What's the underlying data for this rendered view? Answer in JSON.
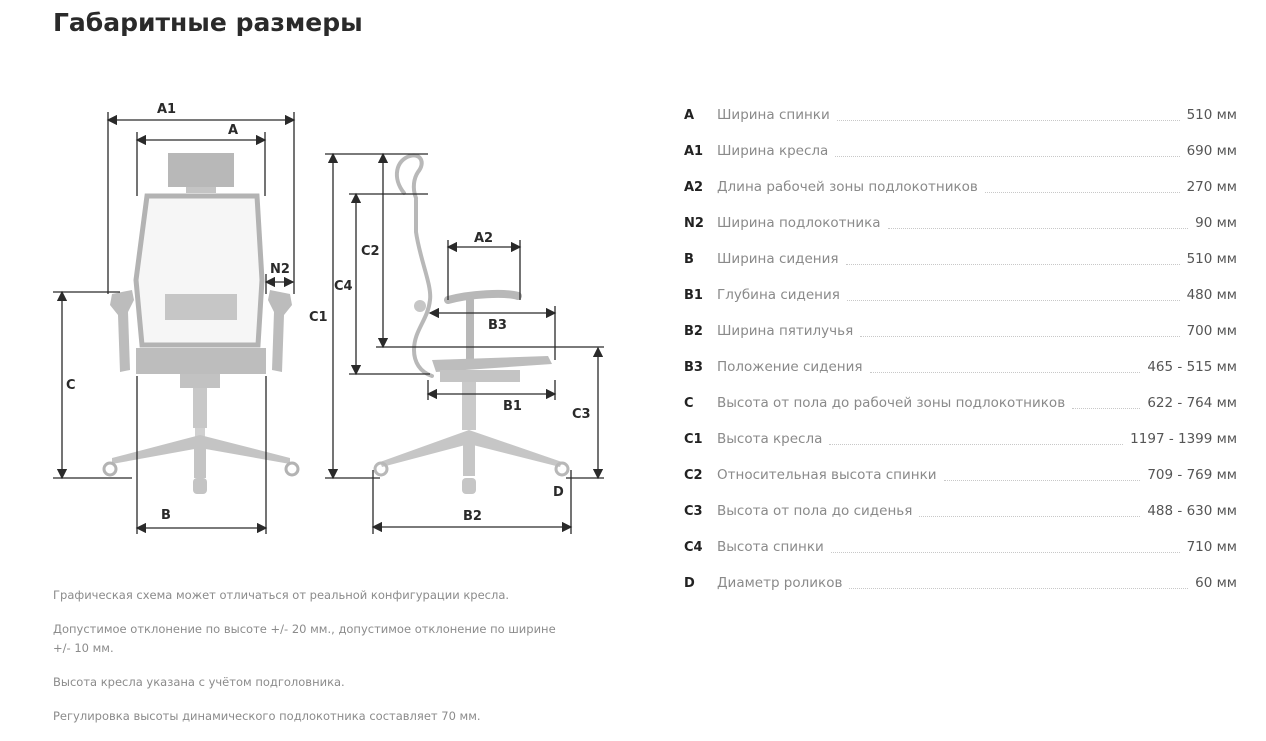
{
  "title": "Габаритные размеры",
  "diagram": {
    "front": {
      "A1": "A1",
      "A": "A",
      "N2": "N2",
      "C": "C",
      "B": "B"
    },
    "side": {
      "C1": "C1",
      "C4": "C4",
      "C2": "C2",
      "A2": "A2",
      "B3": "B3",
      "B1": "B1",
      "C3": "C3",
      "B2": "B2",
      "D": "D"
    }
  },
  "notes": [
    "Графическая схема может отличаться от реальной конфигурации кресла.",
    "Допустимое отклонение по высоте +/- 20 мм., допустимое отклонение по ширине +/- 10 мм.",
    "Высота кресла указана с учётом подголовника.",
    "Регулировка высоты динамического подлокотника составляет 70 мм."
  ],
  "specs": [
    {
      "code": "A",
      "label": "Ширина спинки",
      "value": "510 мм"
    },
    {
      "code": "A1",
      "label": "Ширина кресла",
      "value": "690 мм"
    },
    {
      "code": "A2",
      "label": "Длина рабочей зоны подлокотников",
      "value": "270 мм"
    },
    {
      "code": "N2",
      "label": "Ширина подлокотника",
      "value": "90 мм"
    },
    {
      "code": "B",
      "label": "Ширина сидения",
      "value": "510 мм"
    },
    {
      "code": "B1",
      "label": "Глубина сидения",
      "value": "480 мм"
    },
    {
      "code": "B2",
      "label": "Ширина пятилучья",
      "value": "700 мм"
    },
    {
      "code": "B3",
      "label": "Положение сидения",
      "value": "465 - 515 мм"
    },
    {
      "code": "C",
      "label": "Высота от пола до рабочей зоны подлокотников",
      "value": "622 - 764 мм"
    },
    {
      "code": "C1",
      "label": "Высота кресла",
      "value": "1197 - 1399 мм"
    },
    {
      "code": "C2",
      "label": "Относительная высота спинки",
      "value": "709 - 769 мм"
    },
    {
      "code": "C3",
      "label": "Высота от пола до сиденья",
      "value": "488 - 630 мм"
    },
    {
      "code": "C4",
      "label": "Высота спинки",
      "value": "710 мм"
    },
    {
      "code": "D",
      "label": "Диаметр роликов",
      "value": "60 мм"
    }
  ]
}
